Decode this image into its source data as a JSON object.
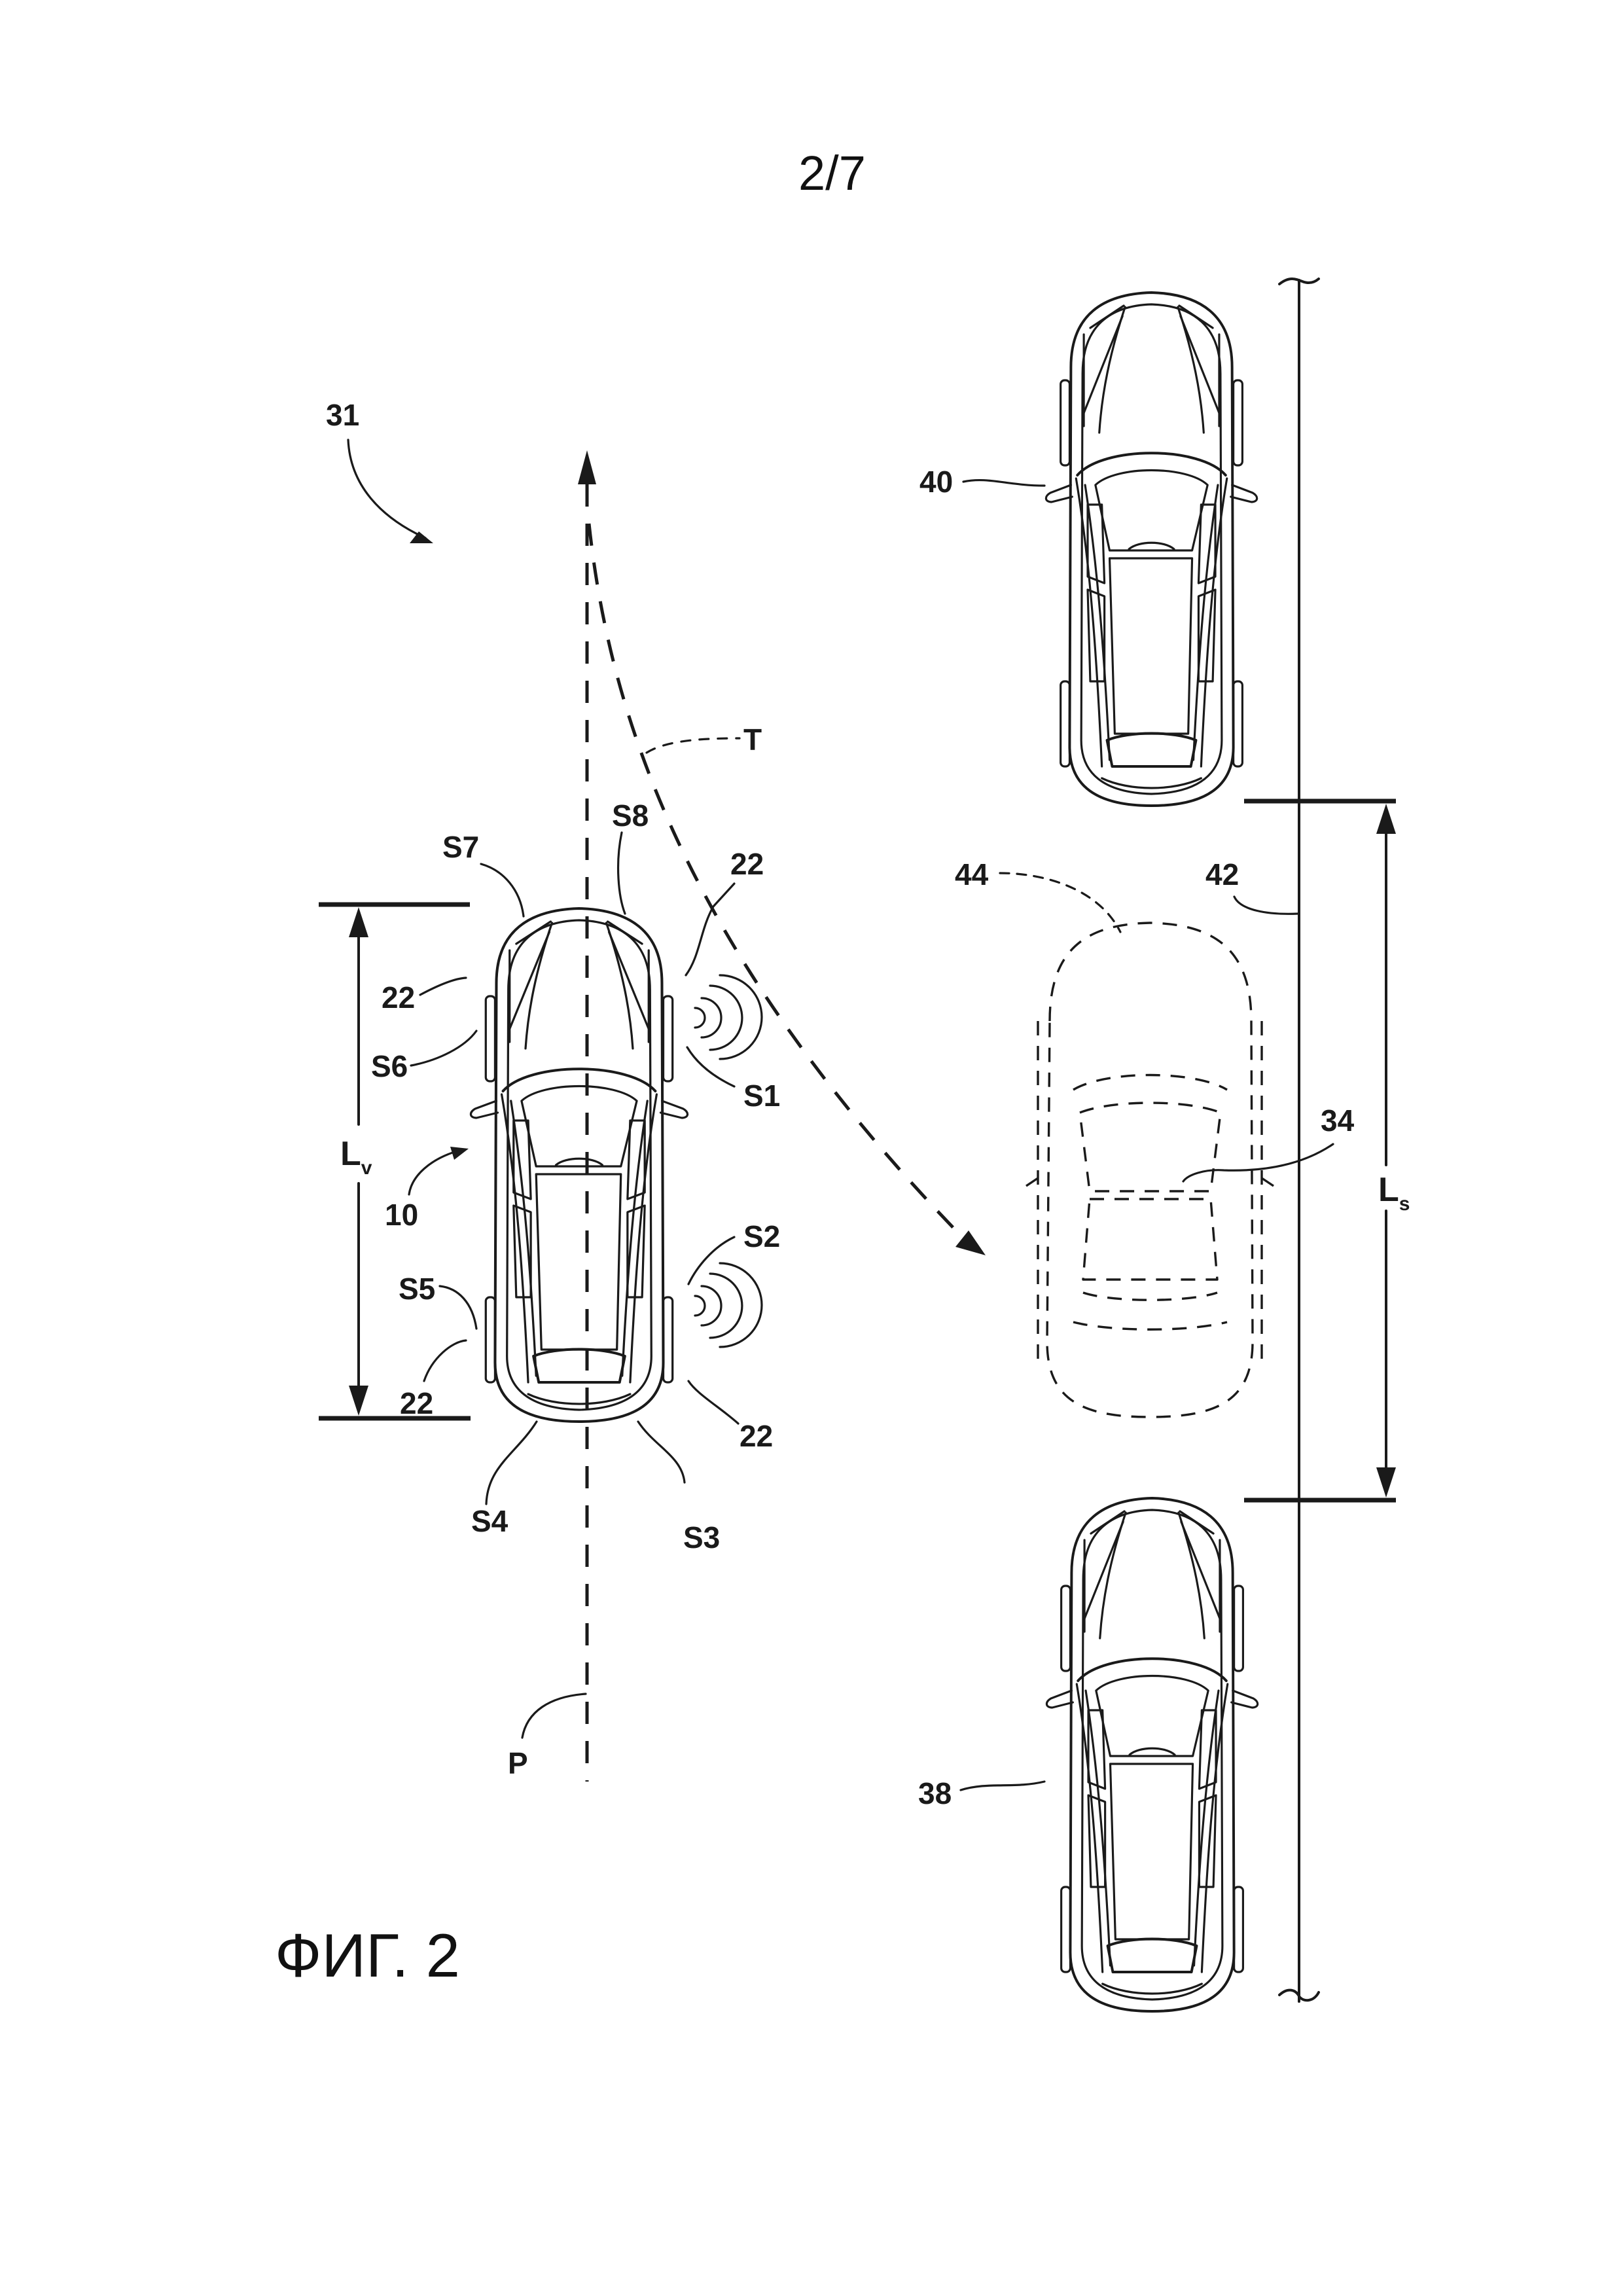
{
  "page": {
    "sheet_number": "2/7",
    "figure_caption": "ФИГ. 2"
  },
  "figure": {
    "ref_scene": "31",
    "ref_vehicle": "10",
    "ref_parking_space": "34",
    "ref_rear_vehicle": "38",
    "ref_front_vehicle": "40",
    "ref_curb": "42",
    "ref_target_position": "44",
    "trajectory_label": "T",
    "path_label": "P",
    "vehicle_length_label": "L",
    "vehicle_length_sub": "v",
    "space_length_label": "L",
    "space_length_sub": "s",
    "sensors": [
      "S1",
      "S2",
      "S3",
      "S4",
      "S5",
      "S6",
      "S7",
      "S8"
    ],
    "mirror_ref": "22",
    "mirror_refs": [
      "22",
      "22",
      "22",
      "22"
    ]
  },
  "colors": {
    "ink": "#1a1a1a",
    "paper": "#ffffff"
  }
}
